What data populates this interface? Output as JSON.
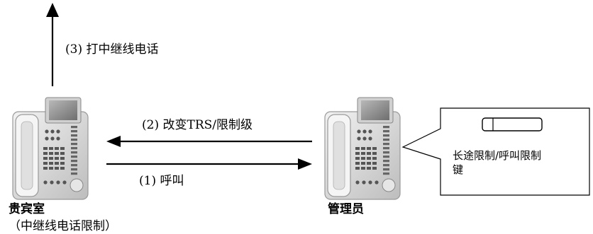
{
  "labels": {
    "outgoing_call": "(3) 打中继线电话",
    "change_trs": "(2) 改变TRS/限制级",
    "call": "(1) 呼叫",
    "guest_room": "贵宾室",
    "guest_room_sub": "（中继线电话限制）",
    "manager": "管理员",
    "key_caption_line1": "长途限制/呼叫限制",
    "key_caption_line2": "键"
  },
  "icons": {
    "guest_phone": "desk-phone-icon",
    "manager_phone": "desk-phone-icon",
    "key": "flexible-key-icon"
  },
  "colors": {
    "arrow": "#000000",
    "phone_body": "#e4e4e4",
    "phone_dark": "#555555",
    "screen": "#8c8c8c"
  }
}
